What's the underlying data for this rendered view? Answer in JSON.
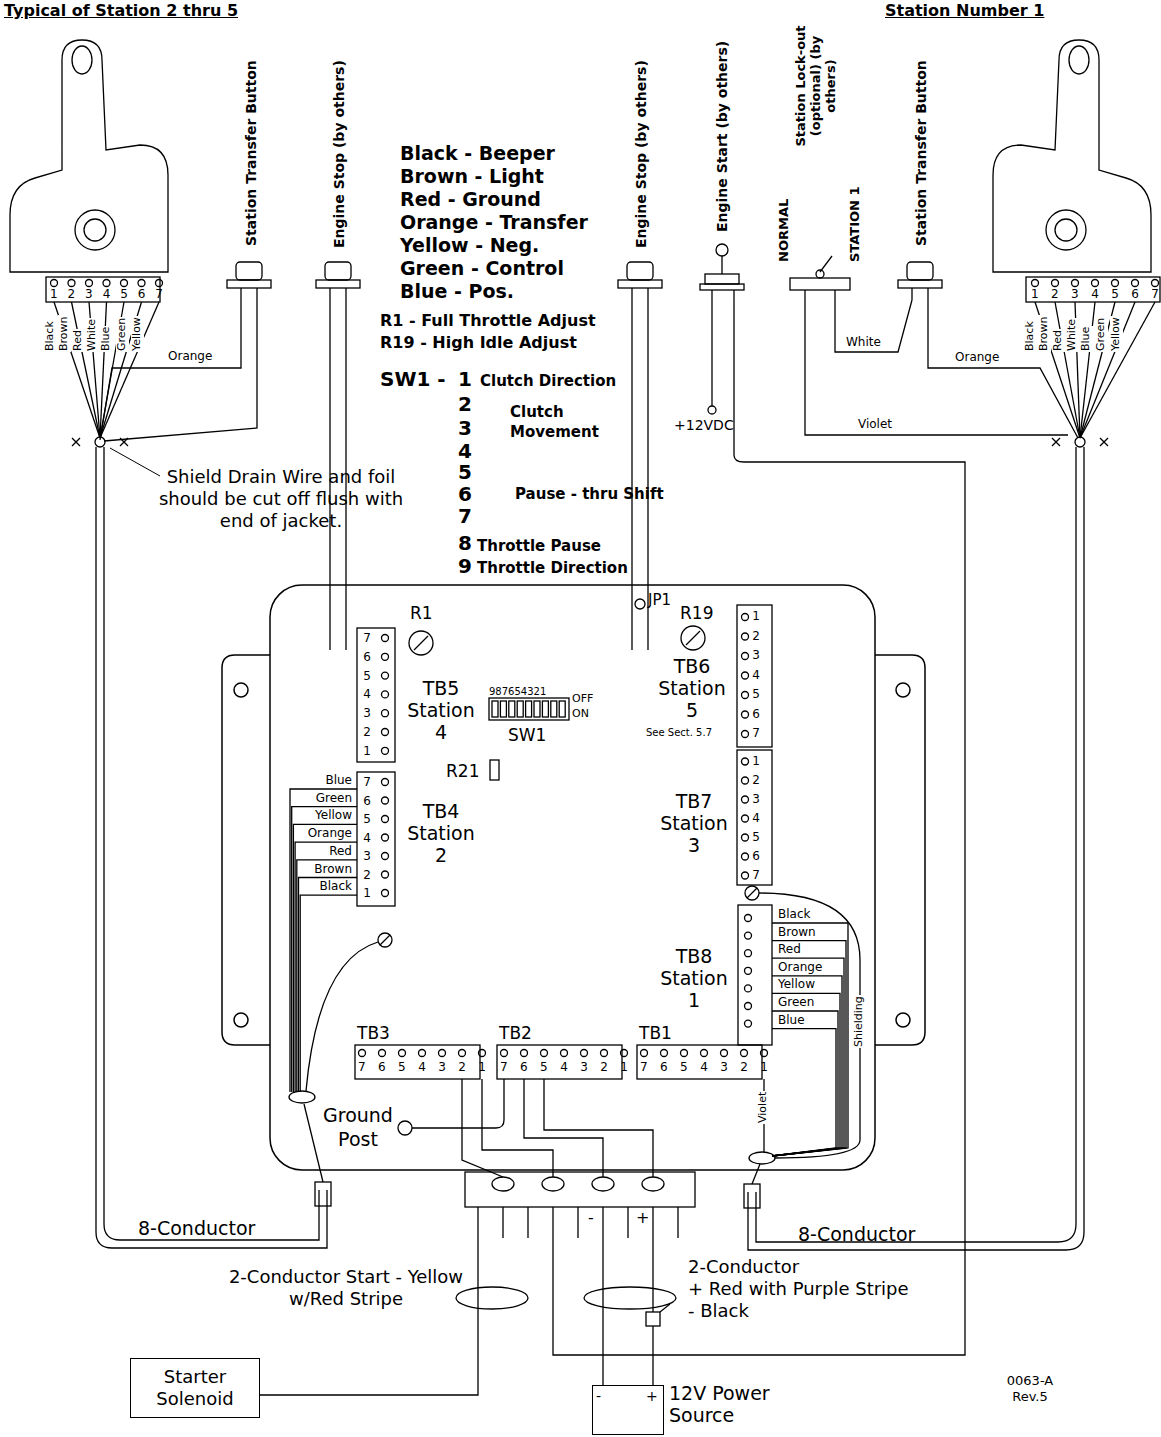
{
  "diagram": {
    "nodes": [
      {
        "text": [
          "Starter Solenoid"
        ]
      },
      {
        "text": [
          "12V Power Source"
        ]
      }
    ],
    "labels": [
      "Typical of Station 2 thru 5",
      "Station Number 1",
      "Station Transfer Button",
      "Engine Stop (by others)",
      "Black - Beeper",
      "Brown - Light",
      "Red - Ground",
      "Orange - Transfer",
      "Yellow - Neg.",
      "Green - Control",
      "Blue - Pos.",
      "R1 - Full Throttle Adjust",
      "R19 - High Idle Adjust",
      "Engine Stop (by others)",
      "Engine Start (by others)",
      "Station Lock-out (optional) (by others)",
      "NORMAL",
      "STATION 1",
      "Station Transfer Button",
      "1 2 3 4 5 6 7",
      "1 2 3 4 5 6 7",
      "Black",
      "Brown",
      "Red",
      "White",
      "Blue",
      "Green",
      "Yellow",
      "Orange",
      "Black",
      "Brown",
      "Red",
      "White",
      "Blue",
      "Green",
      "Yellow",
      "White",
      "Orange",
      "Violet",
      "SW1 -",
      "1",
      "2",
      "3",
      "4",
      "5",
      "6",
      "7",
      "8",
      "9",
      "Clutch Direction",
      "Clutch Movement",
      "Pause - thru Shift",
      "Throttle Pause",
      "Throttle Direction",
      "+12VDC",
      "Shield Drain Wire and foil should be cut off flush with end of jacket.",
      "R1",
      "JP1",
      "R19",
      "7 6 5 4 3 2 1",
      "TB5 Station 4",
      "987654321",
      "OFF",
      "ON",
      "SW1",
      "1 2 3 4 5 6 7",
      "TB6 Station 5",
      "See Sect. 5.7",
      "R21",
      "7 6 5 4 3 2 1",
      "Blue",
      "Green",
      "Yellow",
      "Orange",
      "Red",
      "Brown",
      "Black",
      "TB4 Station 2",
      "1 2 3 4 5 6 7",
      "TB7 Station 3",
      "Black",
      "Brown",
      "Red",
      "Orange",
      "Yellow",
      "Green",
      "Blue",
      "TB8 Station 1",
      "Shielding",
      "TB3",
      "7 6 5 4 3 2 1",
      "TB2",
      "7 6 5 4 3 2 1",
      "TB1",
      "7 6 5 4 3 2 1",
      "Violet",
      "Ground Post",
      "8-Conductor",
      "8-Conductor",
      "2-Conductor Start - Yellow w/Red Stripe",
      "2-Conductor",
      "+ Red with Purple Stripe",
      "- Black",
      "-",
      "+",
      "-",
      "+",
      "0063-A Rev.5"
    ]
  }
}
